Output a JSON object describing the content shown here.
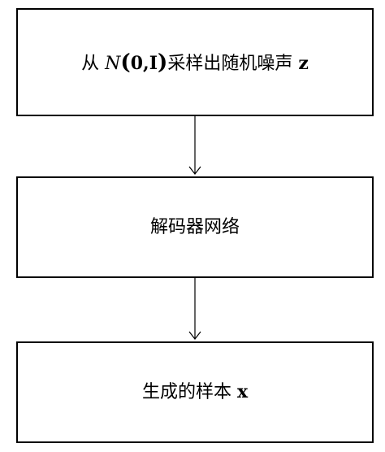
{
  "nodes": [
    {
      "id": "sample-noise",
      "prefix": "从 ",
      "dist": "N",
      "open": "(",
      "mean": "0",
      "comma": ",",
      "cov": "I",
      "close": ")",
      "text": "采样出随机噪声 ",
      "var": "z"
    },
    {
      "id": "decoder",
      "text": "解码器网络"
    },
    {
      "id": "generated-sample",
      "text": "生成的样本 ",
      "var": "x"
    }
  ],
  "edges": [
    {
      "from": "sample-noise",
      "to": "decoder"
    },
    {
      "from": "decoder",
      "to": "generated-sample"
    }
  ]
}
